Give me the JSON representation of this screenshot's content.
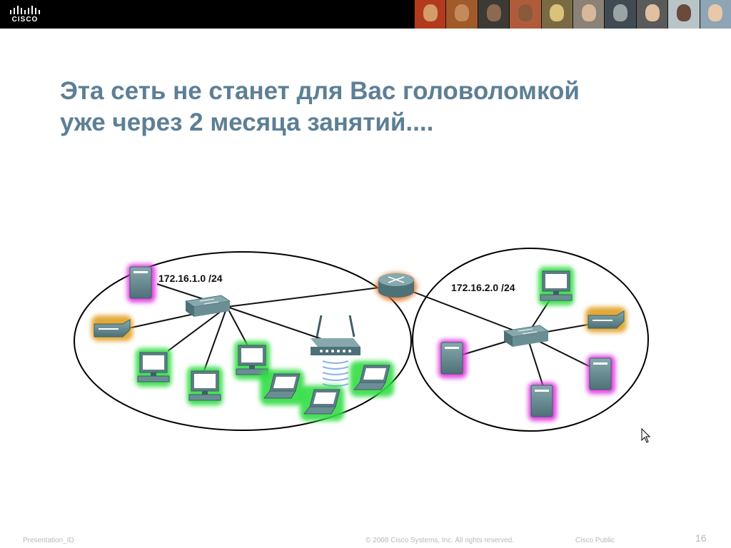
{
  "header": {
    "logo_text": "CISCO",
    "photo_strip": [
      {
        "name": "photo-tile-1",
        "bg": "#b33a1c",
        "face": "#d49c6a"
      },
      {
        "name": "photo-tile-2",
        "bg": "#a15a2a",
        "face": "#c58a5c"
      },
      {
        "name": "photo-tile-3",
        "bg": "#3c3a34",
        "face": "#8c6a50"
      },
      {
        "name": "photo-tile-4",
        "bg": "#b05c3a",
        "face": "#8a5a3a"
      },
      {
        "name": "photo-tile-5",
        "bg": "#7a6a44",
        "face": "#d9c27a"
      },
      {
        "name": "photo-tile-6",
        "bg": "#8a8276",
        "face": "#d8b89a"
      },
      {
        "name": "photo-tile-7",
        "bg": "#404a52",
        "face": "#9aa4a4"
      },
      {
        "name": "photo-tile-8",
        "bg": "#5a5a5a",
        "face": "#e0c0a0"
      },
      {
        "name": "photo-tile-9",
        "bg": "#b9c4c8",
        "face": "#6a4a3a"
      },
      {
        "name": "photo-tile-10",
        "bg": "#8fa4b4",
        "face": "#e8c8a8"
      }
    ]
  },
  "slide": {
    "title_line1": "Эта сеть не станет для Вас головоломкой",
    "title_line2": "уже через 2 месяца занятий...."
  },
  "diagram": {
    "networks": [
      {
        "label": "172.16.1.0 /24"
      },
      {
        "label": "172.16.2.0 /24"
      }
    ],
    "colors": {
      "device_body": "#6a8e94",
      "device_dark": "#3f5f66",
      "server_glow": "#e030e0",
      "pc_glow": "#33dd44",
      "printer_glow": "#e0a020",
      "router_glow": "#e07020",
      "wireless_waves": "#8ab4e8"
    }
  },
  "footer": {
    "presentation_id": "Presentation_ID",
    "copyright": "© 2008 Cisco Systems, Inc. All rights reserved.",
    "classification": "Cisco Public",
    "page_number": "16"
  }
}
